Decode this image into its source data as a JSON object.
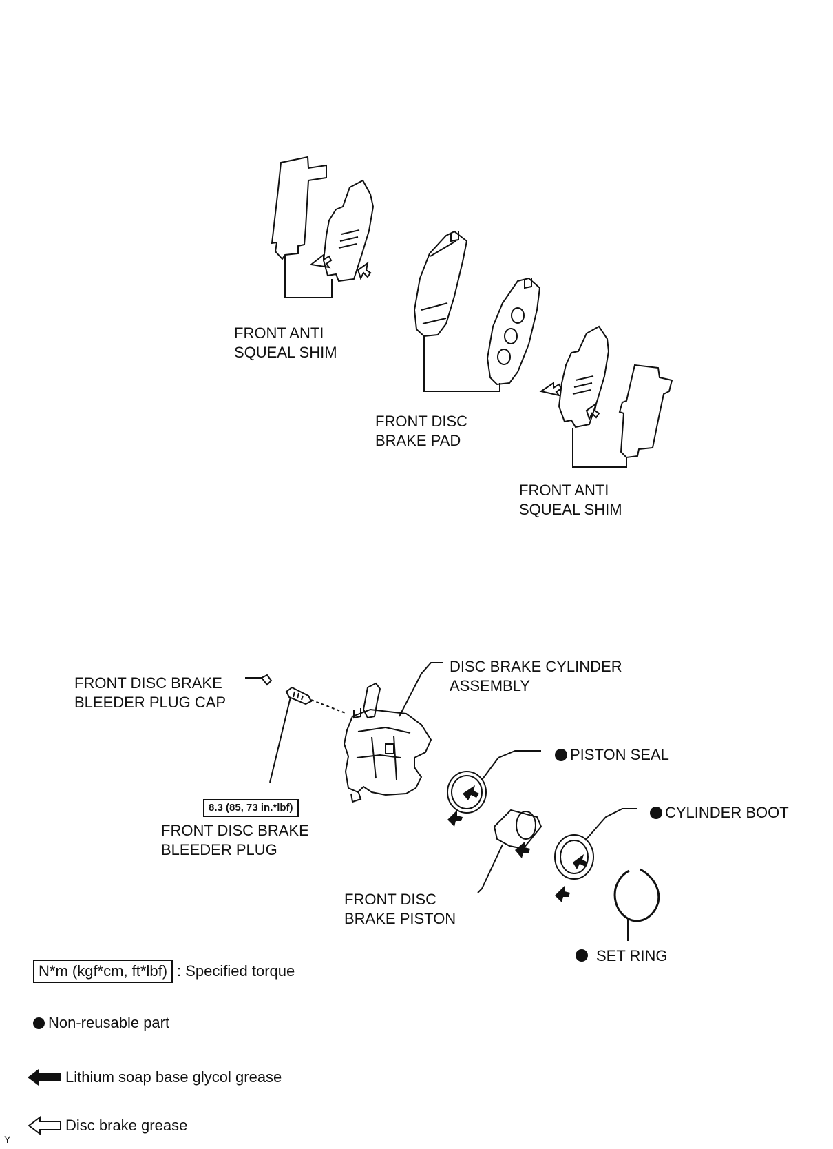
{
  "labels": {
    "shim_left": [
      "FRONT ANTI",
      "SQUEAL SHIM"
    ],
    "pad": [
      "FRONT DISC",
      "BRAKE PAD"
    ],
    "shim_right": [
      "FRONT ANTI",
      "SQUEAL SHIM"
    ],
    "bleeder_cap": [
      "FRONT DISC BRAKE",
      "BLEEDER PLUG CAP"
    ],
    "cylinder_assembly": [
      "DISC BRAKE CYLINDER",
      "ASSEMBLY"
    ],
    "piston_seal": "PISTON SEAL",
    "cylinder_boot": "CYLINDER BOOT",
    "bleeder_plug": [
      "FRONT DISC BRAKE",
      "BLEEDER PLUG"
    ],
    "piston": [
      "FRONT DISC",
      "BRAKE PISTON"
    ],
    "set_ring": "SET RING"
  },
  "torque_value": "8.3 (85, 73 in.*lbf)",
  "legend": {
    "torque_box": "N*m (kgf*cm, ft*lbf)",
    "torque_text": ": Specified torque",
    "non_reusable": "Non-reusable part",
    "lithium_grease": "Lithium soap base glycol grease",
    "disc_grease": "Disc brake grease"
  },
  "corner_mark": "Y",
  "colors": {
    "ink": "#111111",
    "background": "#ffffff"
  },
  "icons": [
    "open-arrow-icon",
    "filled-arrow-icon",
    "filled-dot-icon"
  ]
}
